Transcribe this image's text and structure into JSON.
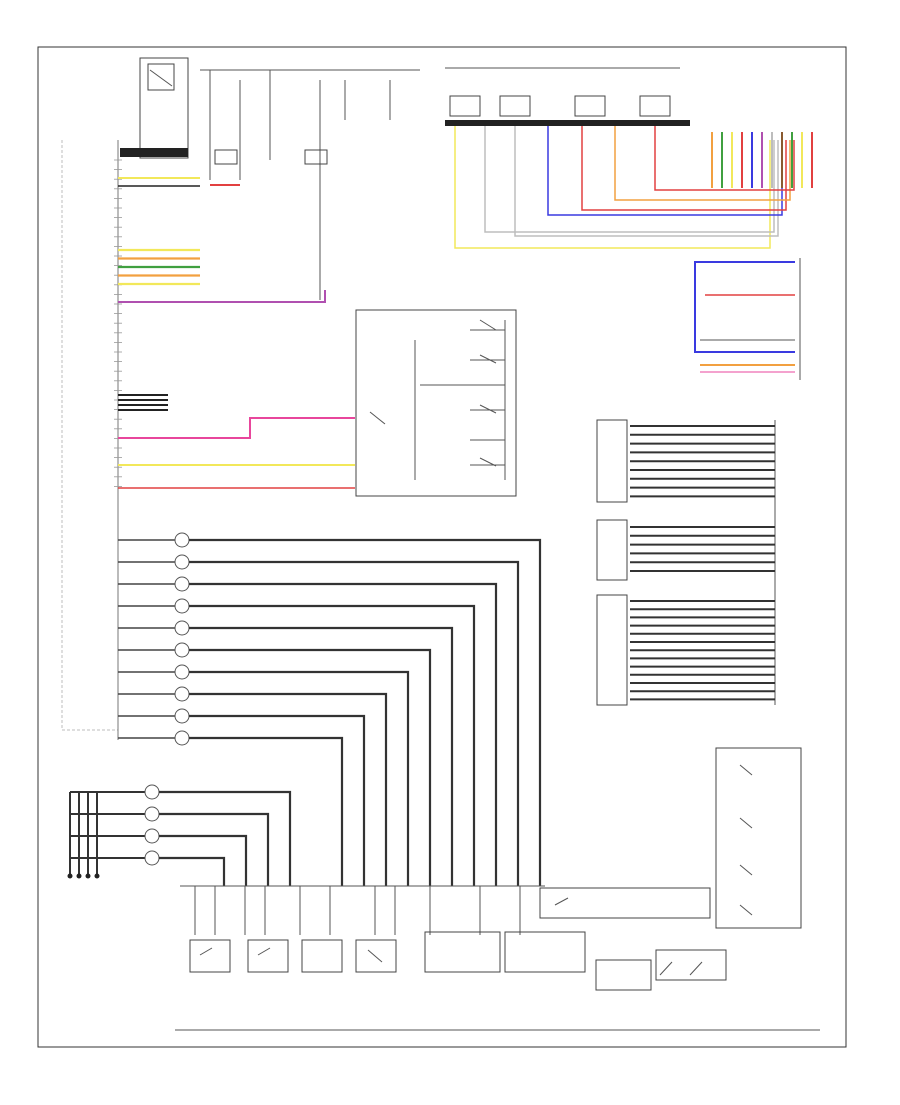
{
  "diagram": {
    "footer_left": "",
    "bottom_title": "",
    "legend_note": "",
    "colors": {
      "pink": "#e8469c",
      "purple": "#b050b0",
      "yellow": "#f2e85a",
      "orange": "#f2a040",
      "blue": "#3a3ae0",
      "red": "#e24040",
      "green": "#40a040",
      "brown": "#8a5a30",
      "gray": "#bdbdbd",
      "black": "#222222"
    },
    "components": [
      {
        "id": "control-module-top-left",
        "label": ""
      },
      {
        "id": "fuse-panel",
        "label": ""
      },
      {
        "id": "steering-column-switch-block",
        "label": ""
      },
      {
        "id": "instrument-cluster-harness",
        "label": ""
      },
      {
        "id": "right-connector-block",
        "label": ""
      },
      {
        "id": "steering-wheel-switch-modules",
        "label": ""
      },
      {
        "id": "bottom-switches-row",
        "label": ""
      },
      {
        "id": "right-side-switches",
        "label": ""
      }
    ],
    "wire_labels_visible": false
  }
}
